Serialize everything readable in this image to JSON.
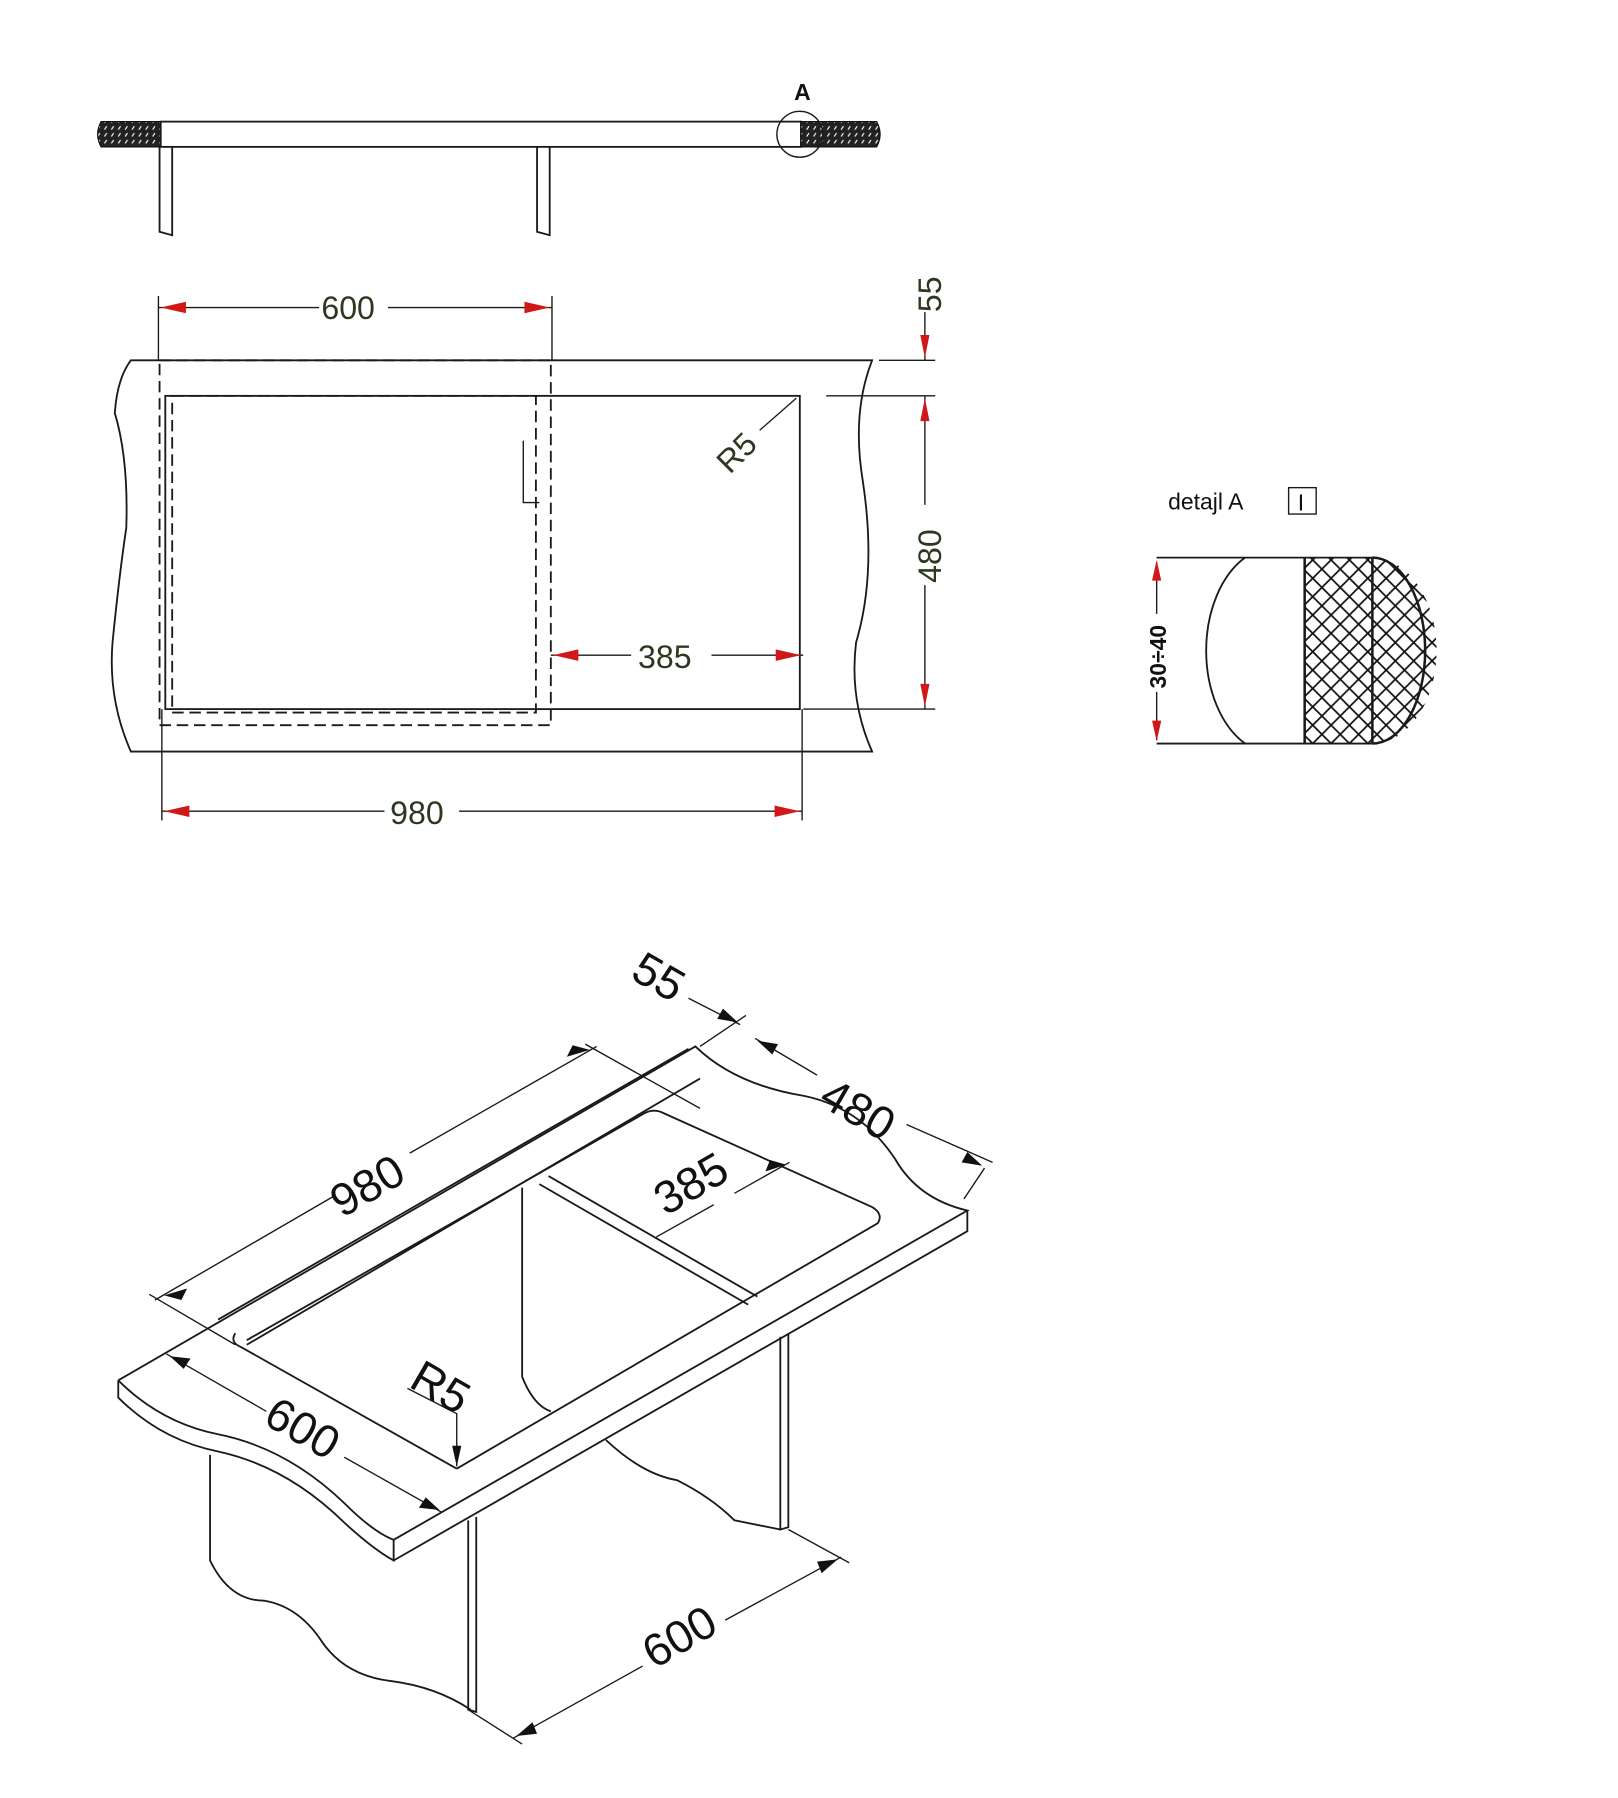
{
  "side_view": {
    "detail_marker": "A"
  },
  "top_view": {
    "dim_bowl_width": "600",
    "dim_back_margin": "55",
    "dim_depth": "480",
    "dim_drainer": "385",
    "dim_total_width": "980",
    "radius": "R5"
  },
  "detail": {
    "title": "detajl A",
    "symbol": "I",
    "dim_thickness": "30÷40"
  },
  "iso_view": {
    "dim_back_margin": "55",
    "dim_depth": "480",
    "dim_total_width": "980",
    "dim_drainer": "385",
    "radius": "R5",
    "dim_bowl_width": "600",
    "dim_cabinet_width": "600"
  },
  "colors": {
    "arrow": "#d01818",
    "line": "#1a1a1a"
  }
}
